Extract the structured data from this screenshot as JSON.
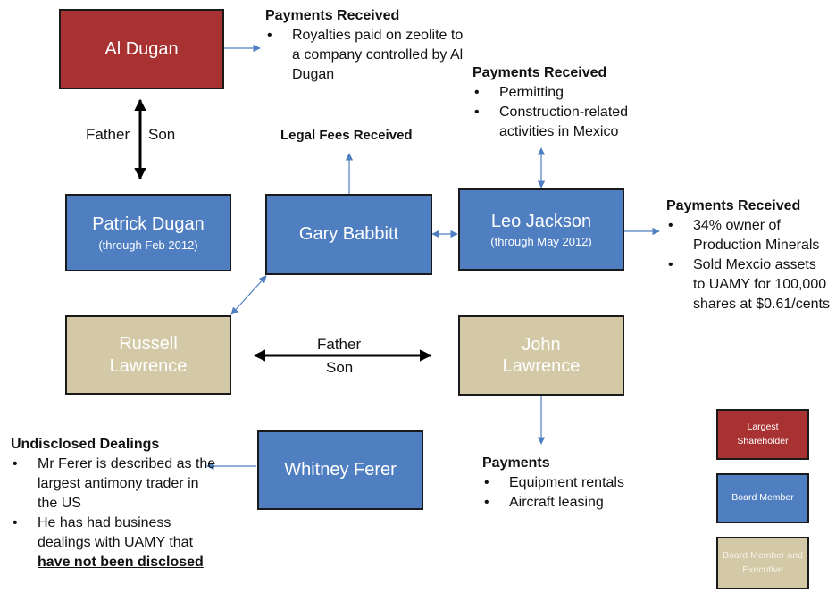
{
  "boxes": {
    "al_dugan": {
      "name": "Al Dugan"
    },
    "patrick_dugan": {
      "name": "Patrick Dugan",
      "note": "(through Feb 2012)"
    },
    "gary_babbitt": {
      "name": "Gary Babbitt"
    },
    "leo_jackson": {
      "name": "Leo Jackson",
      "note": "(through  May 2012)"
    },
    "russell_lawrence": {
      "name": "Russell Lawrence"
    },
    "john_lawrence": {
      "name": "John Lawrence"
    },
    "whitney_ferer": {
      "name": "Whitney Ferer"
    }
  },
  "relations": {
    "dugan_father": "Father",
    "dugan_son": "Son",
    "lawrence_father": "Father",
    "lawrence_son": "Son"
  },
  "notes": {
    "al_dugan": {
      "heading": "Payments Received",
      "items": [
        "Royalties paid on zeolite to a company controlled by Al Dugan"
      ]
    },
    "mexico": {
      "heading": "Payments Received",
      "items": [
        "Permitting",
        "Construction-related activities in Mexico"
      ]
    },
    "legal_fees": {
      "heading": "Legal Fees Received"
    },
    "leo_jackson": {
      "heading": "Payments Received",
      "items": [
        "34% owner of Production Minerals",
        "Sold Mexcio assets to UAMY for 100,000 shares at $0.61/cents"
      ]
    },
    "john_lawrence": {
      "heading": "Payments",
      "items": [
        "Equipment rentals",
        "Aircraft leasing"
      ]
    },
    "whitney_ferer": {
      "heading": "Undisclosed Dealings",
      "item1": "Mr Ferer is described as the largest antimony trader in the US",
      "item2_text": "He has had business dealings with UAMY that ",
      "item2_emphasis": "have not been disclosed"
    }
  },
  "legend": {
    "largest_shareholder": "Largest Shareholder",
    "board_member": "Board Member",
    "board_member_executive": "Board Member and Executive"
  },
  "colors": {
    "largest_shareholder": "#a83232",
    "board_member": "#4f7fc1",
    "board_member_executive": "#d3c9a6",
    "connector": "#4f7fc1"
  }
}
